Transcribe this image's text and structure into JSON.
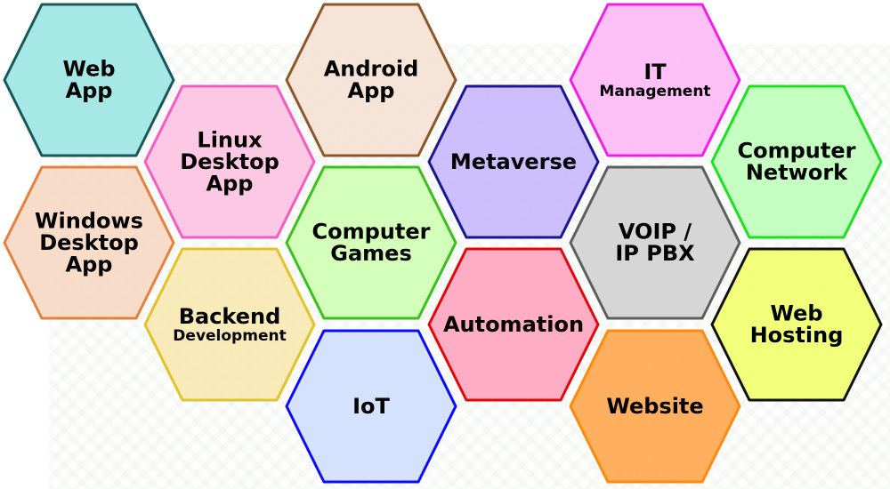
{
  "hexagons": [
    {
      "id": "web-app",
      "lines": [
        "Web",
        "App"
      ],
      "fill": "#9ee6e4",
      "stroke": "#18575a"
    },
    {
      "id": "android-app",
      "lines": [
        "Android",
        "App"
      ],
      "fill": "#f4e2d4",
      "stroke": "#8e5526"
    },
    {
      "id": "it-management",
      "lines": [
        "IT",
        "Management"
      ],
      "small": [
        1
      ],
      "fill": "#ffbaf6",
      "stroke": "#f21ee8"
    },
    {
      "id": "linux-desktop-app",
      "lines": [
        "Linux",
        "Desktop",
        "App"
      ],
      "fill": "#fcc3e2",
      "stroke": "#f55cc2"
    },
    {
      "id": "metaverse",
      "lines": [
        "Metaverse"
      ],
      "fill": "#c9b9fd",
      "stroke": "#1a1690"
    },
    {
      "id": "computer-network",
      "lines": [
        "Computer",
        "Network"
      ],
      "fill": "#c0ffbc",
      "stroke": "#1fe01f"
    },
    {
      "id": "windows-desktop-app",
      "lines": [
        "Windows",
        "Desktop",
        "App"
      ],
      "fill": "#f6d9c4",
      "stroke": "#e4813e"
    },
    {
      "id": "computer-games",
      "lines": [
        "Computer",
        "Games"
      ],
      "fill": "#d0ffb4",
      "stroke": "#3bbf1f"
    },
    {
      "id": "voip-ip-pbx",
      "lines": [
        "VOIP /",
        "IP PBX"
      ],
      "fill": "#d2d2d2",
      "stroke": "#5e5e5e"
    },
    {
      "id": "backend-development",
      "lines": [
        "Backend",
        "Development"
      ],
      "small": [
        1
      ],
      "fill": "#f7e8b3",
      "stroke": "#e0c42a"
    },
    {
      "id": "automation",
      "lines": [
        "Automation"
      ],
      "fill": "#ffa6bf",
      "stroke": "#e00808"
    },
    {
      "id": "web-hosting",
      "lines": [
        "Web",
        "Hosting"
      ],
      "fill": "#f0ff70",
      "stroke": "#111111"
    },
    {
      "id": "iot",
      "lines": [
        "IoT"
      ],
      "fill": "#d0e0fe",
      "stroke": "#0a0aff"
    },
    {
      "id": "website",
      "lines": [
        "Website"
      ],
      "fill": "#ffa84f",
      "stroke": "#ff8a10"
    }
  ]
}
